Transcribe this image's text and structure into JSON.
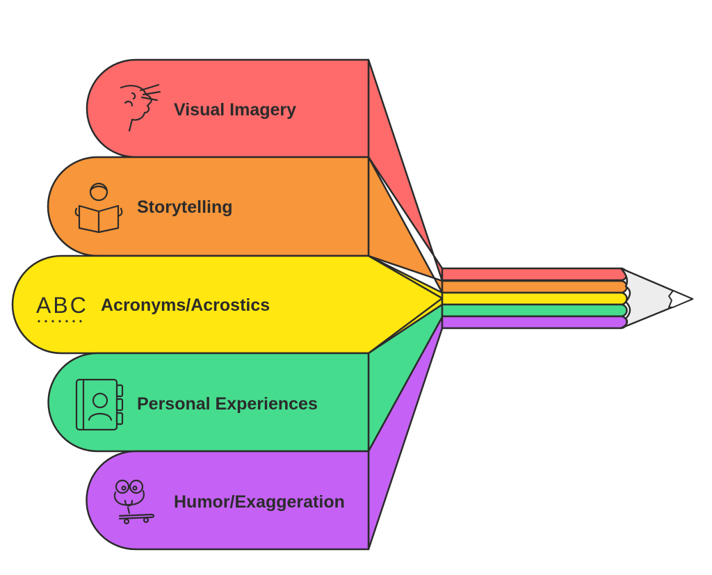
{
  "diagram": {
    "items": [
      {
        "label": "Visual Imagery",
        "color": "#FF6B6B",
        "icon": "profile-thinking-icon"
      },
      {
        "label": "Storytelling",
        "color": "#F7963A",
        "icon": "reading-book-icon"
      },
      {
        "label": "Acronyms/Acrostics",
        "color": "#FFE70F",
        "icon": "abc-letters-icon"
      },
      {
        "label": "Personal Experiences",
        "color": "#46DC8E",
        "icon": "contact-book-icon"
      },
      {
        "label": "Humor/Exaggeration",
        "color": "#C562F5",
        "icon": "silly-face-skateboard-icon"
      }
    ],
    "pencil_tip_color": "#EDEDED",
    "outline_color": "#2B2B2B"
  }
}
